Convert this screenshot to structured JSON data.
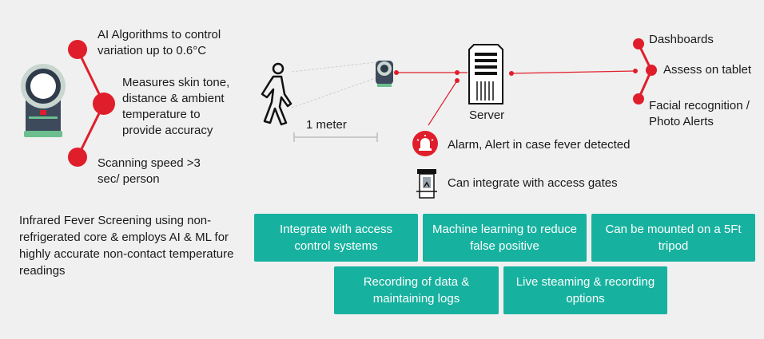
{
  "colors": {
    "accent_red": "#e01e2b",
    "teal": "#17b29f",
    "background": "#f0f0f0"
  },
  "left_features": [
    {
      "text": "AI Algorithms to control variation up to  0.6°C"
    },
    {
      "text": "Measures skin tone, distance & ambient temperature to provide accuracy"
    },
    {
      "text": "Scanning speed >3 sec/ person"
    }
  ],
  "description": "Infrared Fever Screening using non-refrigerated core & employs AI & ML for highly accurate non-contact temperature readings",
  "distance_label": "1 meter",
  "server_label": "Server",
  "outputs": [
    {
      "text": "Dashboards"
    },
    {
      "text": "Assess on tablet"
    },
    {
      "text": "Facial recognition / Photo Alerts"
    }
  ],
  "alarm_text": "Alarm, Alert in case fever detected",
  "gate_text": "Can integrate with access gates",
  "feature_boxes": [
    {
      "text": "Integrate with access control systems"
    },
    {
      "text": "Machine learning to reduce false positive"
    },
    {
      "text": "Can be mounted on a 5Ft tripod"
    },
    {
      "text": "Recording of data & maintaining logs"
    },
    {
      "text": "Live steaming & recording options"
    }
  ],
  "icons": {
    "thermal_camera": "thermal-camera-icon",
    "person": "walking-person-icon",
    "camera": "security-camera-icon",
    "server": "server-rack-icon",
    "alarm": "alarm-siren-icon",
    "gate": "access-gate-icon"
  }
}
